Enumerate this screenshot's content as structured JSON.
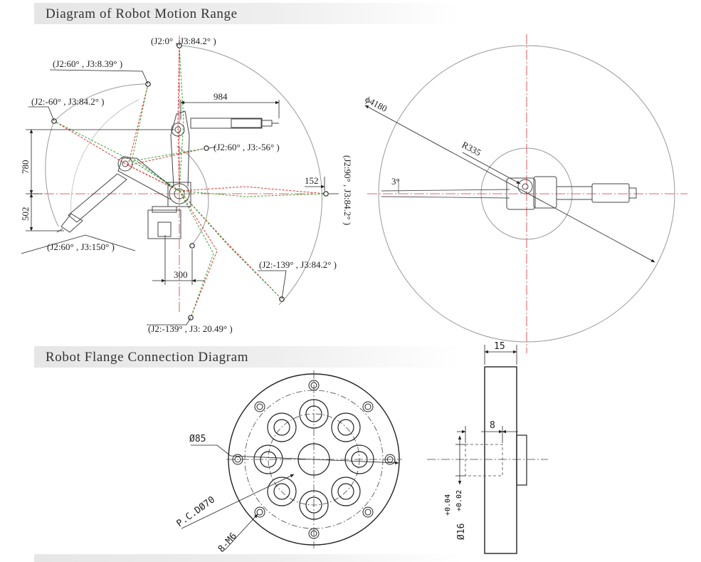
{
  "sections": {
    "motion_range_title": "Diagram of Robot Motion Range",
    "flange_title": "Robot Flange Connection Diagram"
  },
  "side_view": {
    "poses": [
      "(J2:0°  , J3:84.2°  )",
      "(J2:60°  , J3:8.39°  )",
      "(J2:-60°  , J3:84.2°  )",
      "(J2:60°  , J3:-56°  )",
      "(J2:60°  , J3:150°  )",
      "(J2:-139°  , J3:84.2°  )",
      "(J2:-139°  , J3: 20.49°  )",
      "(J2:90°  , J3:84.2°  )"
    ],
    "dims": {
      "reach_top": "984",
      "height_upper": "780",
      "height_lower": "502",
      "base_offset": "300",
      "right_offset": "152"
    }
  },
  "top_view": {
    "diameter": "ϕ4180",
    "radius": "R335",
    "angle": "3°"
  },
  "flange": {
    "front": {
      "outer_dia": "Ø85",
      "pcd": "P.C.DØ70",
      "holes": "8-M6"
    },
    "side": {
      "thickness": "15",
      "depth": "8",
      "bore": "Ø16",
      "tol_upper": "+0.04",
      "tol_lower": "+0.02"
    }
  },
  "colors": {
    "centerline": "#e03030",
    "pose_red": "#e03030",
    "pose_green": "#3aa53a",
    "line": "#333333",
    "circle": "#999999"
  }
}
